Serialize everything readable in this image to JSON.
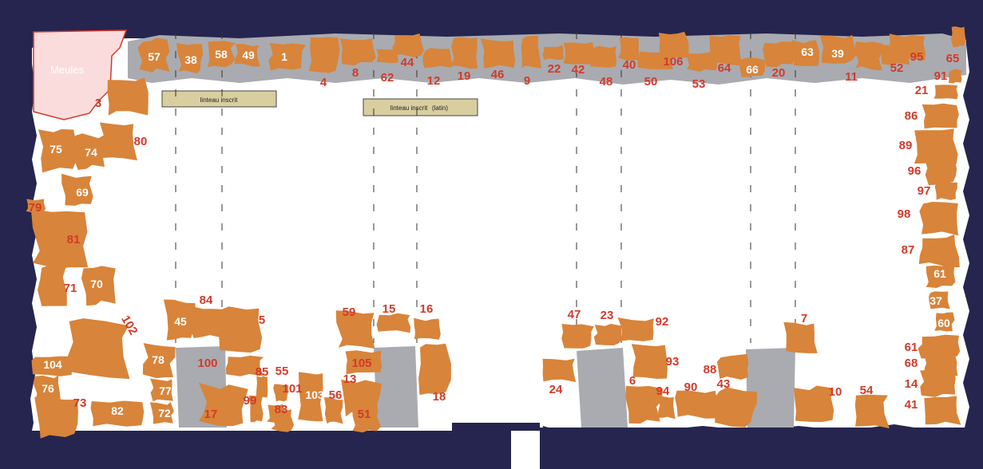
{
  "labels": {
    "meules": "Meules",
    "linteau_1": "linteau inscrit",
    "linteau_2": "linteau inscrit",
    "linteau_2_suffix": "(latin)"
  },
  "colors": {
    "frame": "#25254f",
    "fragment": "#d8843a",
    "label": "#d23a2a",
    "gray": "#a9abb0",
    "meules_fill": "#fbdcdc",
    "meules_stroke": "#d23a2a",
    "lintel": "#d9ce9f"
  },
  "fragments": [
    "57",
    "38",
    "58",
    "49",
    "1",
    "4",
    "8",
    "62",
    "44",
    "12",
    "19",
    "46",
    "9",
    "22",
    "42",
    "48",
    "40",
    "50",
    "106",
    "53",
    "64",
    "66",
    "20",
    "63",
    "39",
    "11",
    "52",
    "95",
    "65",
    "91",
    "21",
    "86",
    "89",
    "96",
    "97",
    "98",
    "87",
    "61",
    "37",
    "60",
    "61",
    "68",
    "14",
    "41",
    "3",
    "75",
    "74",
    "80",
    "69",
    "79",
    "81",
    "71",
    "70",
    "102",
    "104",
    "76",
    "73",
    "82",
    "78",
    "77",
    "72",
    "100",
    "17",
    "45",
    "84",
    "5",
    "85",
    "99",
    "55",
    "101",
    "83",
    "103",
    "56",
    "105",
    "13",
    "59",
    "15",
    "16",
    "51",
    "18",
    "24",
    "47",
    "23",
    "92",
    "93",
    "6",
    "94",
    "90",
    "88",
    "43",
    "7",
    "10",
    "54"
  ]
}
